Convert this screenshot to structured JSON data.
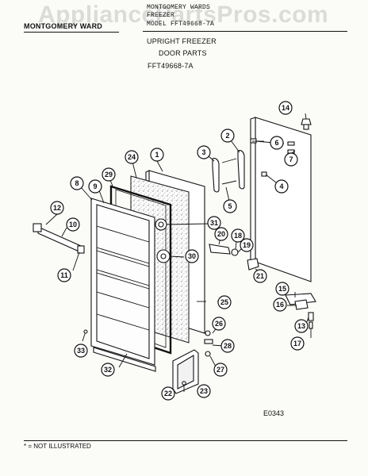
{
  "watermark": "AppliancePartsPros.com",
  "header": {
    "brand_small": "MONTGOMERY WARDS",
    "brand_left": "MONTGOMERY WARD",
    "line_two": "FREEZER",
    "line_three": "MODEL FFT49668-7A",
    "title": "UPRIGHT FREEZER",
    "subtitle": "DOOR PARTS",
    "model": "FFT49668-7A"
  },
  "callouts": [
    "1",
    "2",
    "3",
    "4",
    "5",
    "6",
    "7",
    "8",
    "9",
    "10",
    "11",
    "12",
    "13",
    "14",
    "15",
    "16",
    "17",
    "18",
    "19",
    "20",
    "21",
    "22",
    "23",
    "24",
    "25",
    "26",
    "27",
    "28",
    "29",
    "30",
    "31",
    "32",
    "33"
  ],
  "diagram_code": "E0343",
  "footnote": "* = NOT ILLUSTRATED"
}
